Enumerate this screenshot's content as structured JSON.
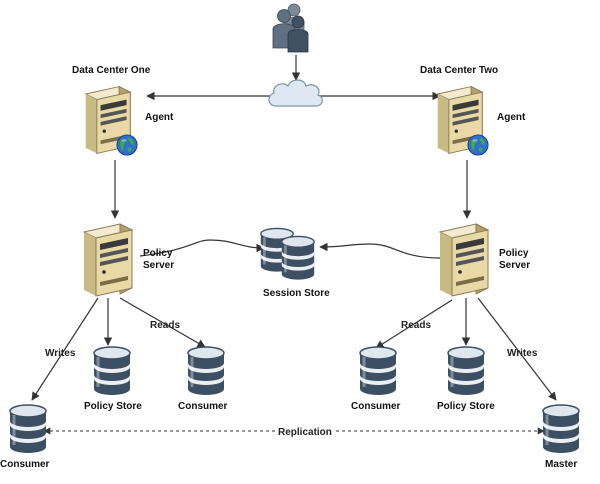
{
  "labels": {
    "dc_one": "Data Center One",
    "dc_two": "Data Center Two",
    "agent_left": "Agent",
    "agent_right": "Agent",
    "policy_left_1": "Policy",
    "policy_left_2": "Server",
    "policy_right_1": "Policy",
    "policy_right_2": "Server",
    "session_store": "Session Store",
    "reads_left": "Reads",
    "reads_right": "Reads",
    "writes_left": "Writes",
    "writes_right": "Writes",
    "policy_store_left": "Policy Store",
    "policy_store_right": "Policy Store",
    "consumer_mid_left": "Consumer",
    "consumer_mid_right": "Consumer",
    "consumer_bottom_left": "Consumer",
    "master": "Master",
    "replication": "Replication"
  },
  "colors": {
    "server_body": "#e8d9a6",
    "server_front": "#f4ecd0",
    "server_dark": "#3a3a3a",
    "db_dark": "#3d4f63",
    "db_light": "#e9eef2",
    "line": "#444444",
    "cloud": "#dfe8f2"
  },
  "icons": {
    "users": "users-icon",
    "cloud": "cloud-icon",
    "server": "server-icon",
    "globe": "globe-icon",
    "database": "database-icon"
  }
}
